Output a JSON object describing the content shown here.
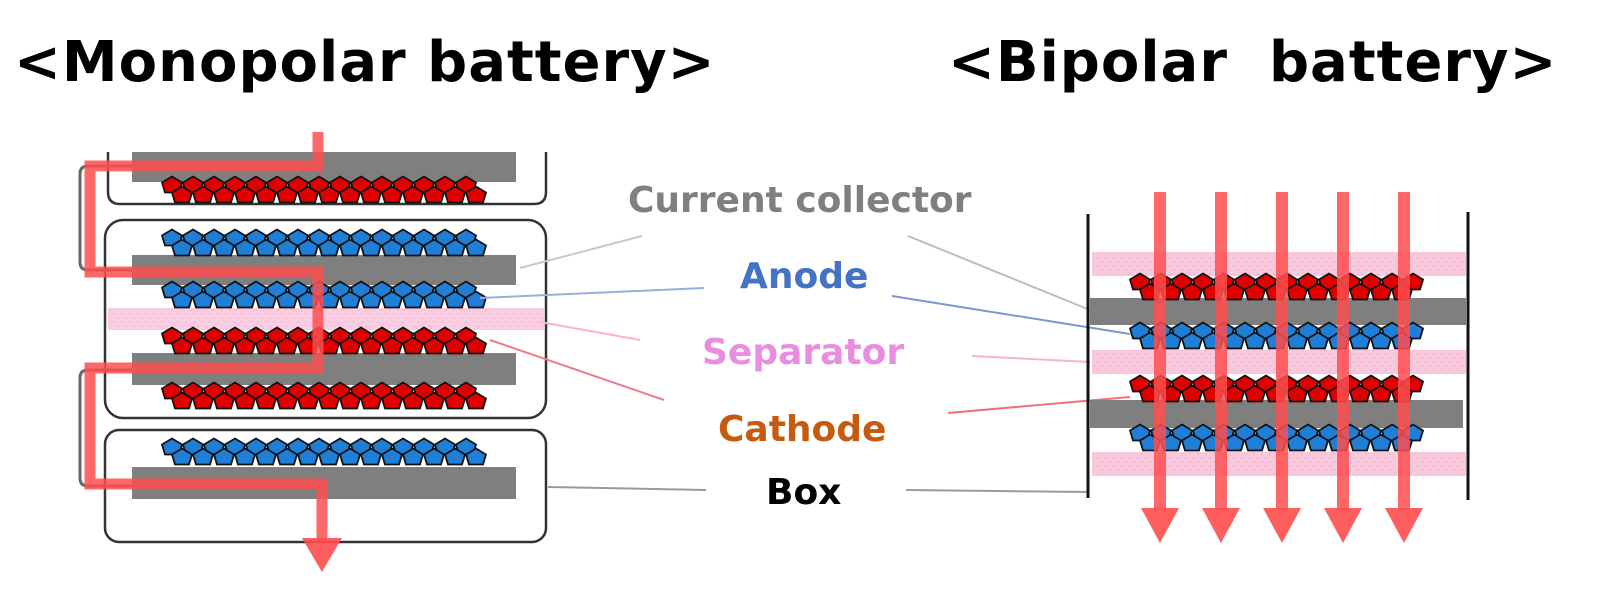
{
  "titles": {
    "monopolar": "<Monopolar battery>",
    "bipolar": "<Bipolar  battery>"
  },
  "labels": {
    "current_collector": "Current collector",
    "anode": "Anode",
    "separator": "Separator",
    "cathode": "Cathode",
    "box": "Box"
  },
  "colors": {
    "current_collector": "#7f7f7f",
    "anode_label": "#4472c4",
    "anode_particle": "#1f7fd6",
    "separator_label": "#e88de0",
    "separator_band": "#f9c9dd",
    "cathode_label": "#c55a11",
    "cathode_particle": "#e00000",
    "box_label": "#000000",
    "current_flow": "#ff4d4d"
  },
  "monopolar": {
    "cells": 3,
    "flow_direction": "down"
  },
  "bipolar": {
    "current_arrows": 5,
    "flow_direction": "down"
  }
}
